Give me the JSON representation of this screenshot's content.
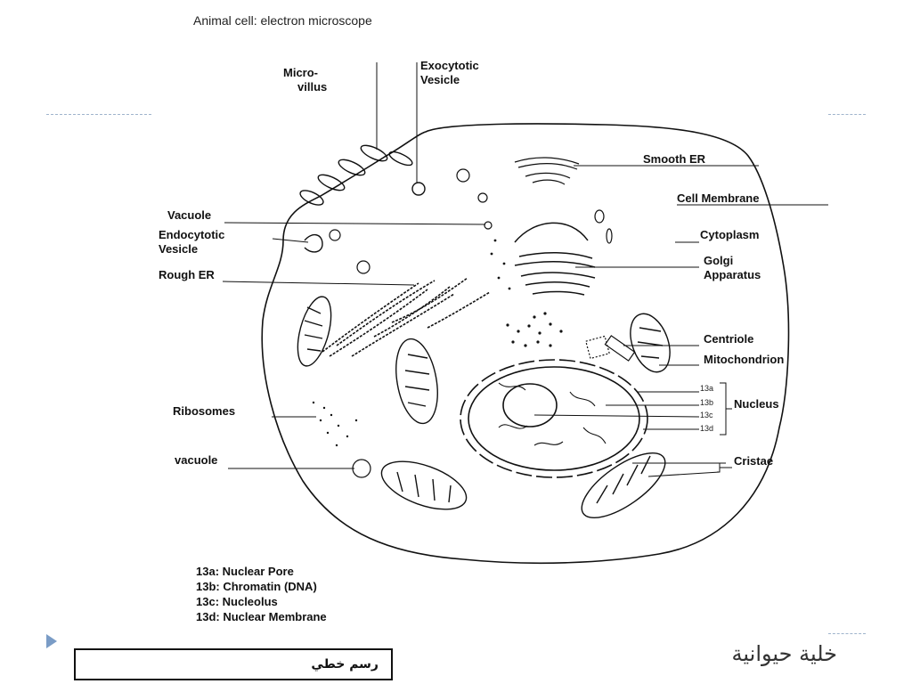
{
  "diagram": {
    "title": "Animal cell: electron microscope",
    "labels": {
      "microvillus": "Micro-\nvillus",
      "exocytotic_vesicle": "Exocytotic\nVesicle",
      "smooth_er": "Smooth ER",
      "cell_membrane": "Cell Membrane",
      "vacuole_top": "Vacuole",
      "endocytotic_vesicle": "Endocytotic\nVesicle",
      "cytoplasm": "Cytoplasm",
      "golgi_apparatus": "Golgi\nApparatus",
      "rough_er": "Rough ER",
      "centriole": "Centriole",
      "mitochondrion": "Mitochondrion",
      "nucleus": "Nucleus",
      "ribosomes": "Ribosomes",
      "vacuole_bottom": "vacuole",
      "cristae": "Cristae"
    },
    "sublabels": [
      "13a",
      "13b",
      "13c",
      "13d"
    ],
    "legend": [
      "13a: Nuclear Pore",
      "13b: Chromatin (DNA)",
      "13c: Nucleolus",
      "13d: Nuclear Membrane"
    ]
  },
  "footer": {
    "sketch_label": "رسم خطي",
    "caption": "خلية حيوانية"
  },
  "colors": {
    "bullet": "#7a9cc6",
    "dash": "#9fb4cc",
    "line": "#111111"
  }
}
